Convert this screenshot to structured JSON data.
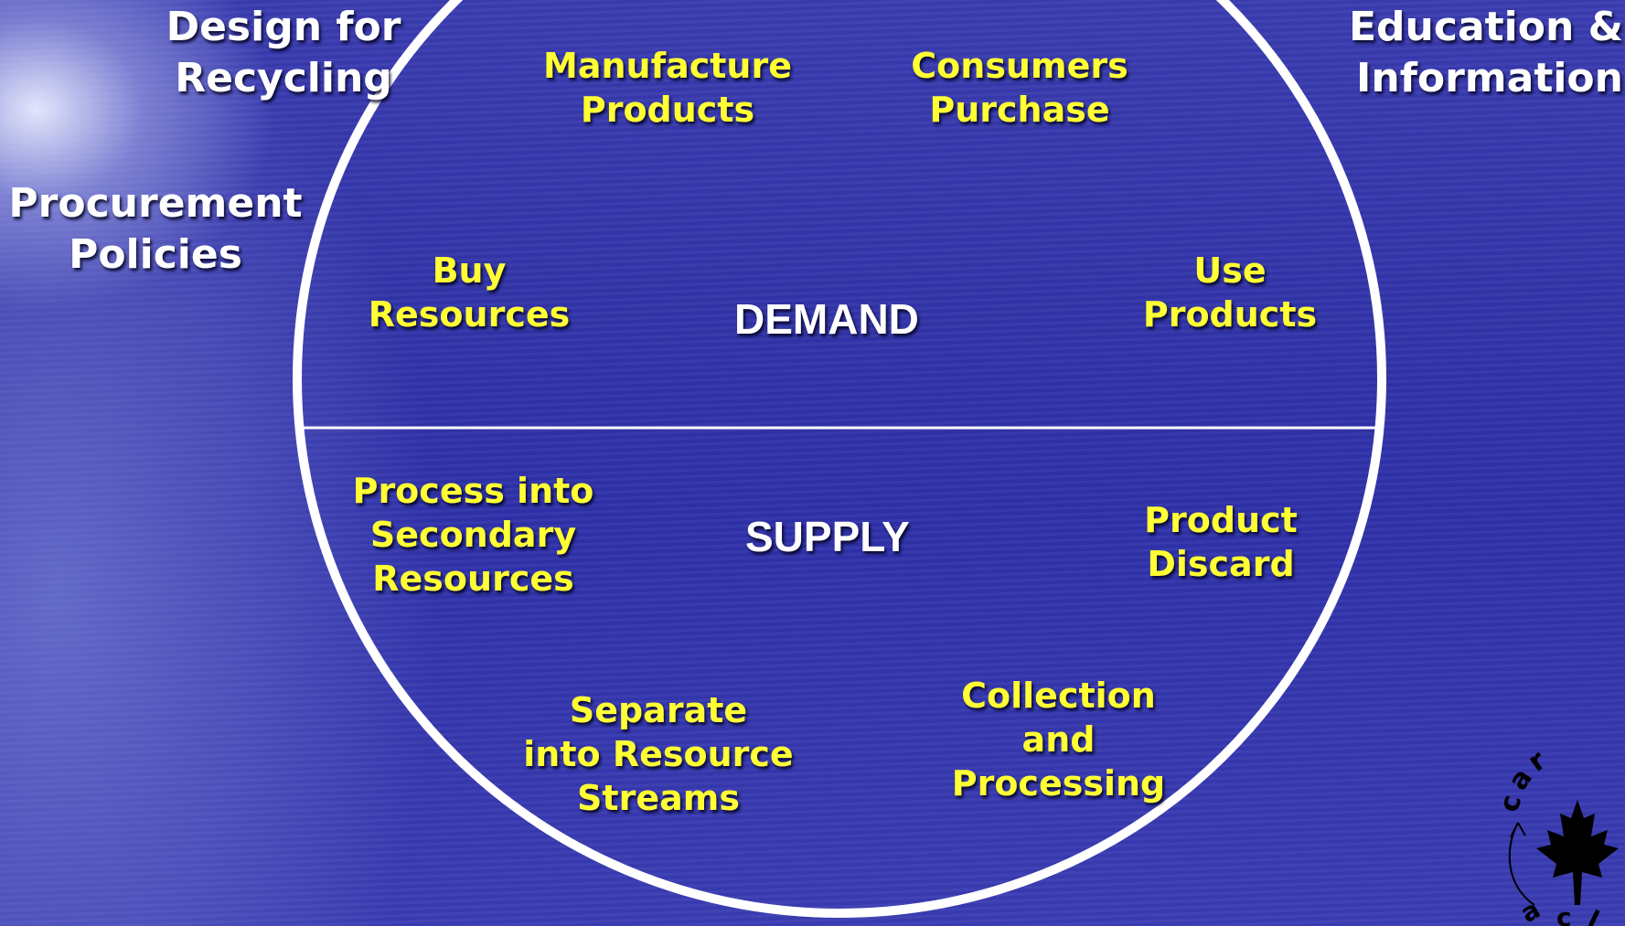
{
  "outer_labels": {
    "design_for_recycling": "Design for\nRecycling",
    "education_information": "Education &\nInformation",
    "procurement_policies": "Procurement\nPolicies"
  },
  "center_labels": {
    "demand": "DEMAND",
    "supply": "SUPPLY"
  },
  "cycle_stages": {
    "manufacture_products": "Manufacture\nProducts",
    "consumers_purchase": "Consumers\nPurchase",
    "buy_resources": "Buy\nResources",
    "use_products": "Use\nProducts",
    "process_secondary": "Process into\nSecondary\nResources",
    "product_discard": "Product\nDiscard",
    "separate_streams": "Separate\ninto Resource\nStreams",
    "collection_processing": "Collection\nand\nProcessing"
  },
  "logo": {
    "text": "car"
  },
  "colors": {
    "stage_text": "#ffff33",
    "outer_text": "#ffffff",
    "circle_stroke": "#ffffff",
    "background": "#3133a8"
  }
}
